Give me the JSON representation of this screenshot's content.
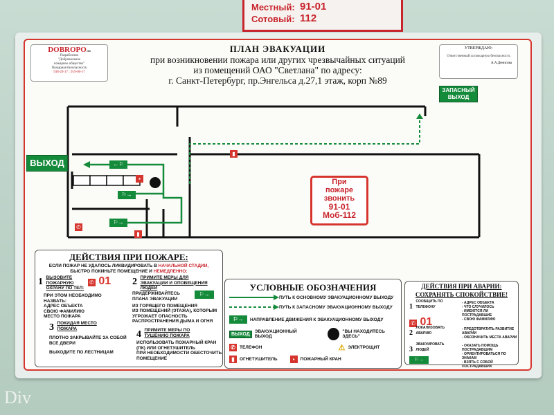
{
  "wall_sign": {
    "local_label": "Местный:",
    "local_value": "91-01",
    "mobile_label": "Сотовый:",
    "mobile_value": "112"
  },
  "logo": {
    "brand": "DOBROPO",
    "brand_suffix": ".su",
    "line1": "Разработано",
    "line2": "\"Добровольное",
    "line3": "пожарное общество\"",
    "line4": "Пожарная безопасность",
    "phones": "938-20-17 ; 919-06-17"
  },
  "title": {
    "line1": "ПЛАН ЭВАКУАЦИИ",
    "line2": "при возникновении пожара или других чрезвычайных ситуаций",
    "line3": "из помещений ОАО \"Светлана\" по адресу:",
    "line4": "г. Санкт-Петербург, пр.Энгельса д.27,1 этаж, корп №89"
  },
  "approve": {
    "header": "УТВЕРЖДАЮ:",
    "text": "Ответственный за пожарную безопасность",
    "signature": "А.А.Денисова"
  },
  "exits": {
    "main": "ВЫХОД",
    "spare_line1": "ЗАПАСНЫЙ",
    "spare_line2": "ВЫХОД"
  },
  "call_box": {
    "line1": "При",
    "line2": "пожаре",
    "line3": "звонить",
    "line4": "91-01",
    "line5": "Моб-112"
  },
  "actions": {
    "title": "ДЕЙСТВИЯ ПРИ ПОЖАРЕ:",
    "intro_a": "ЕСЛИ ПОЖАР НЕ УДАЛОСЬ ЛИКВИДИРОВАТЬ В",
    "intro_red": "НАЧАЛЬНОЙ СТАДИИ,",
    "intro_b": "БЫСТРО ПОКИНЬТЕ ПОМЕЩЕНИЕ И",
    "intro_red2": "НЕМЕДЛЕННО:",
    "step1_num": "1",
    "step1_text": "ВЫЗОВИТЕ ПОЖАРНУЮ ОХРАНУ ПО ТЕЛ:",
    "step1_phone": "01",
    "note_title": "ПРИ ЭТОМ НЕОБХОДИМО НАЗВАТЬ:",
    "note_items": [
      "АДРЕС ОБЪЕКТА",
      "СВОЮ ФАМИЛИЮ",
      "МЕСТО ПОЖАРА"
    ],
    "step2_num": "2",
    "step2_text": "ПРИМИТЕ МЕРЫ ДЛЯ ЭВАКУАЦИИ И ОПОВЕЩЕНИЯ ЛЮДЕЙ",
    "step2_sub": "ПРИДЕРЖИВАЙТЕСЬ ПЛАНА ЭВАКУАЦИИ",
    "step2_items": [
      "ИЗ ГОРЯЩЕГО ПОМЕЩЕНИЯ",
      "ИЗ ПОМЕЩЕНИЙ (ЭТАЖА), КОТОРЫМ УГРОЖАЕТ ОПАСНОСТЬ РАСПРОСТРАНЕНИЯ ДЫМА И ОГНЯ"
    ],
    "step3_num": "3",
    "step3_text": "ПОКИДАЯ МЕСТО ПОЖАРА",
    "step3_items": [
      "ПЛОТНО ЗАКРЫВАЙТЕ ЗА СОБОЙ ВСЕ ДВЕРИ",
      "ВЫХОДИТЕ ПО ЛЕСТНИЦАМ"
    ],
    "step4_num": "4",
    "step4_text": "ПРИМИТЕ МЕРЫ ПО ТУШЕНИЮ ПОЖАРА",
    "step4_items": [
      "ИСПОЛЬЗОВАТЬ ПОЖАРНЫЙ КРАН (ПК) ИЛИ ОГНЕТУШИТЕЛЬ",
      "ПРИ НЕОБХОДИМОСТИ ОБЕСТОЧИТЬ ПОМЕЩЕНИЕ"
    ]
  },
  "legend": {
    "title": "УСЛОВНЫЕ ОБОЗНАЧЕНИЯ",
    "main_path": "ПУТЬ К ОСНОВНОМУ ЭВАКУАЦИОННОМУ ВЫХОДУ",
    "spare_path": "ПУТЬ К ЗАПАСНОМУ ЭВАКУАЦИОННОМУ ВЫХОДУ",
    "direction": "НАПРАВЛЕНИЕ ДВИЖЕНИЯ К ЭВАКУАЦИОННОМУ ВЫХОДУ",
    "exit_icon": "ВЫХОД",
    "exit": "ЭВАКУАЦИОННЫЙ ВЫХОД",
    "you_are_here": "\"ВЫ НАХОДИТЕСЬ ЗДЕСЬ\"",
    "phone": "ТЕЛЕФОН",
    "shield": "ЭЛЕКТРОЩИТ",
    "extinguisher": "ОГНЕТУШИТЕЛЬ",
    "hydrant": "ПОЖАРНЫЙ КРАН"
  },
  "accident": {
    "title1": "ДЕЙСТВИЯ ПРИ АВАРИИ:",
    "title2": "СОХРАНЯТЬ СПОКОЙСТВИЕ!",
    "s1_num": "1",
    "s1_text": "СООБЩИТЬ ПО ТЕЛЕФОНУ",
    "s1_items": [
      "- АДРЕС ОБЪЕКТА",
      "- ЧТО СЛУЧИЛОСЬ",
      "- ИМЕЮТСЯ ЛИ ПОСТРАДАВШИЕ",
      "- СВОЮ ФАМИЛИЮ"
    ],
    "s1_phone": "01",
    "s2_num": "2",
    "s2_text": "ЛОКАЛИЗОВАТЬ АВАРИЮ",
    "s2_items": [
      "- ПРЕДОТВРАТИТЬ РАЗВИТИЕ АВАРИИ",
      "- ОБОЗНАЧИТЬ МЕСТА АВАРИИ"
    ],
    "s3_num": "3",
    "s3_text": "ЭВАКУИРОВАТЬ ЛЮДЕЙ",
    "s3_items": [
      "- ОКАЗАТЬ ПОМОЩЬ ПОСТРАДАВШИМ",
      "- ОРИЕНТИРОВАТЬСЯ ПО ЗНАКАМ",
      "- ВЗЯТЬ С СОБОЙ ПОСТРАДАВШИХ"
    ]
  },
  "watermark": "Div",
  "colors": {
    "red": "#d6352e",
    "green": "#148a3b",
    "wall": "#c9dcd3"
  },
  "icons": [
    "phone-icon",
    "extinguisher-icon",
    "hydrant-icon",
    "running-man-icon",
    "electric-shield-icon",
    "you-are-here-dot"
  ]
}
